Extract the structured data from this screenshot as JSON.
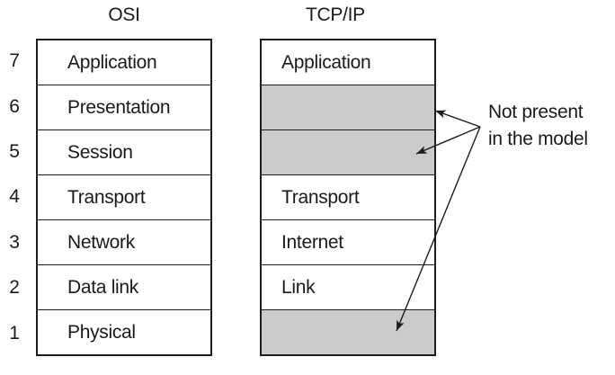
{
  "headings": {
    "osi": "OSI",
    "tcpip": "TCP/IP"
  },
  "osi_model": {
    "layers": [
      {
        "number": "7",
        "label": "Application"
      },
      {
        "number": "6",
        "label": "Presentation"
      },
      {
        "number": "5",
        "label": "Session"
      },
      {
        "number": "4",
        "label": "Transport"
      },
      {
        "number": "3",
        "label": "Network"
      },
      {
        "number": "2",
        "label": "Data link"
      },
      {
        "number": "1",
        "label": "Physical"
      }
    ]
  },
  "tcpip_model": {
    "layers": [
      {
        "label": "Application",
        "present": true
      },
      {
        "label": "",
        "present": false
      },
      {
        "label": "",
        "present": false
      },
      {
        "label": "Transport",
        "present": true
      },
      {
        "label": "Internet",
        "present": true
      },
      {
        "label": "Link",
        "present": true
      },
      {
        "label": "",
        "present": false
      }
    ]
  },
  "annotation": {
    "line1": "Not present",
    "line2": "in the model"
  },
  "colors": {
    "not_present_fill": "#cbcbcb",
    "line_color": "#1d1d1d",
    "background": "#ffffff"
  }
}
